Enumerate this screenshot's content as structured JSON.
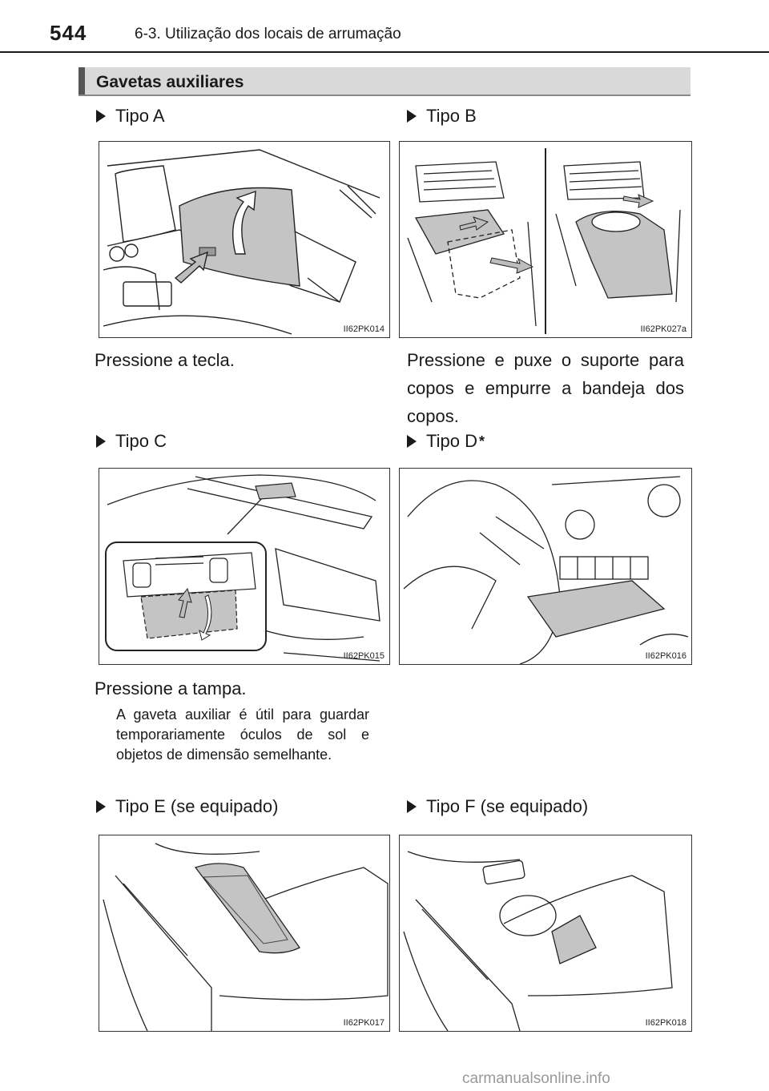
{
  "header": {
    "page_number": "544",
    "chapter": "6-3. Utilização dos locais de arrumação"
  },
  "section": {
    "title": "Gavetas auxiliares"
  },
  "types": {
    "a": {
      "label": "Tipo A",
      "figure_code": "II62PK014",
      "caption": "Pressione a tecla."
    },
    "b": {
      "label": "Tipo B",
      "figure_code": "II62PK027a",
      "caption": "Pressione e puxe o suporte para copos e empurre a bandeja dos copos."
    },
    "c": {
      "label": "Tipo C",
      "figure_code": "II62PK015",
      "caption": "Pressione a tampa.",
      "note": "A gaveta auxiliar é útil para guardar temporariamente óculos de sol e objetos de dimensão semelhante."
    },
    "d": {
      "label": "Tipo D",
      "asterisk": "*",
      "figure_code": "II62PK016"
    },
    "e": {
      "label": "Tipo E (se equipado)",
      "figure_code": "II62PK017"
    },
    "f": {
      "label": "Tipo F (se equipado)",
      "figure_code": "II62PK018"
    }
  },
  "watermark": "carmanualsonline.info",
  "colors": {
    "shade": "#c4c4c4",
    "accent_bar": "#555555",
    "section_bg": "#d9d9d9",
    "arrow_fill": "#bdbdbd"
  }
}
